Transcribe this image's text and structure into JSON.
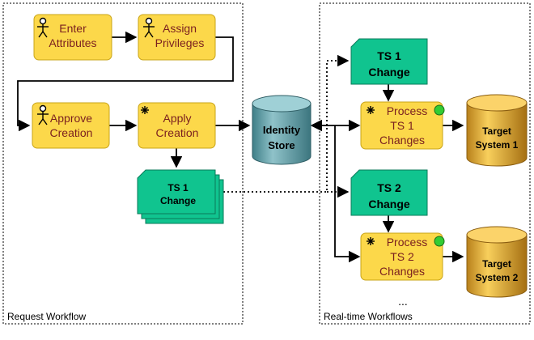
{
  "regions": {
    "request": "Request Workflow",
    "realtime": "Real-time Workflows"
  },
  "tasks": {
    "enter_attributes": [
      "Enter",
      "Attributes"
    ],
    "assign_privileges": [
      "Assign",
      "Privileges"
    ],
    "approve_creation": [
      "Approve",
      "Creation"
    ],
    "apply_creation": [
      "Apply",
      "Creation"
    ],
    "process_ts1": [
      "Process",
      "TS 1",
      "Changes"
    ],
    "process_ts2": [
      "Process",
      "TS 2",
      "Changes"
    ]
  },
  "documents": {
    "ts1_change_stack": [
      "TS 1",
      "Change"
    ],
    "ts1_change": [
      "TS 1",
      "Change"
    ],
    "ts2_change": [
      "TS 2",
      "Change"
    ]
  },
  "stores": {
    "identity_store": [
      "Identity",
      "Store"
    ],
    "target_system_1": [
      "Target",
      "System 1"
    ],
    "target_system_2": [
      "Target",
      "System 2"
    ]
  },
  "more": "...",
  "colors": {
    "task_fill": "#fcd84a",
    "task_text": "#7a1f1f",
    "doc_fill": "#10c48f",
    "identity_store": "#6aa0a8",
    "target_system": "#e8ae2a",
    "status_light": "#33cc33"
  }
}
